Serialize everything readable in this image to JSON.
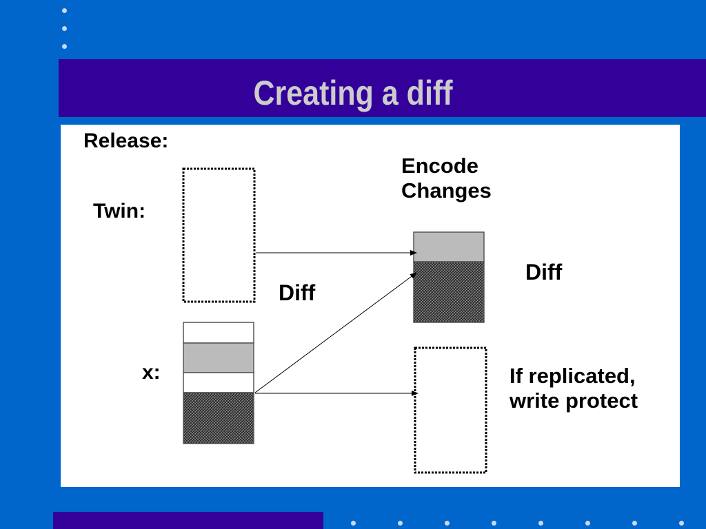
{
  "slide": {
    "title": "Creating a diff",
    "colors": {
      "background": "#0066cc",
      "title_bar": "#330099",
      "title_text": "#cccccc",
      "panel": "#ffffff",
      "light_gray": "#bbbbbb",
      "dark_hatch": "#333333"
    }
  },
  "diagram": {
    "release_label": "Release:",
    "twin_label": "Twin:",
    "x_label": "x:",
    "diff_label_middle": "Diff",
    "encode_line1": "Encode",
    "encode_line2": "Changes",
    "diff_label_right": "Diff",
    "replicated_line1": "If replicated,",
    "replicated_line2": "write protect"
  }
}
